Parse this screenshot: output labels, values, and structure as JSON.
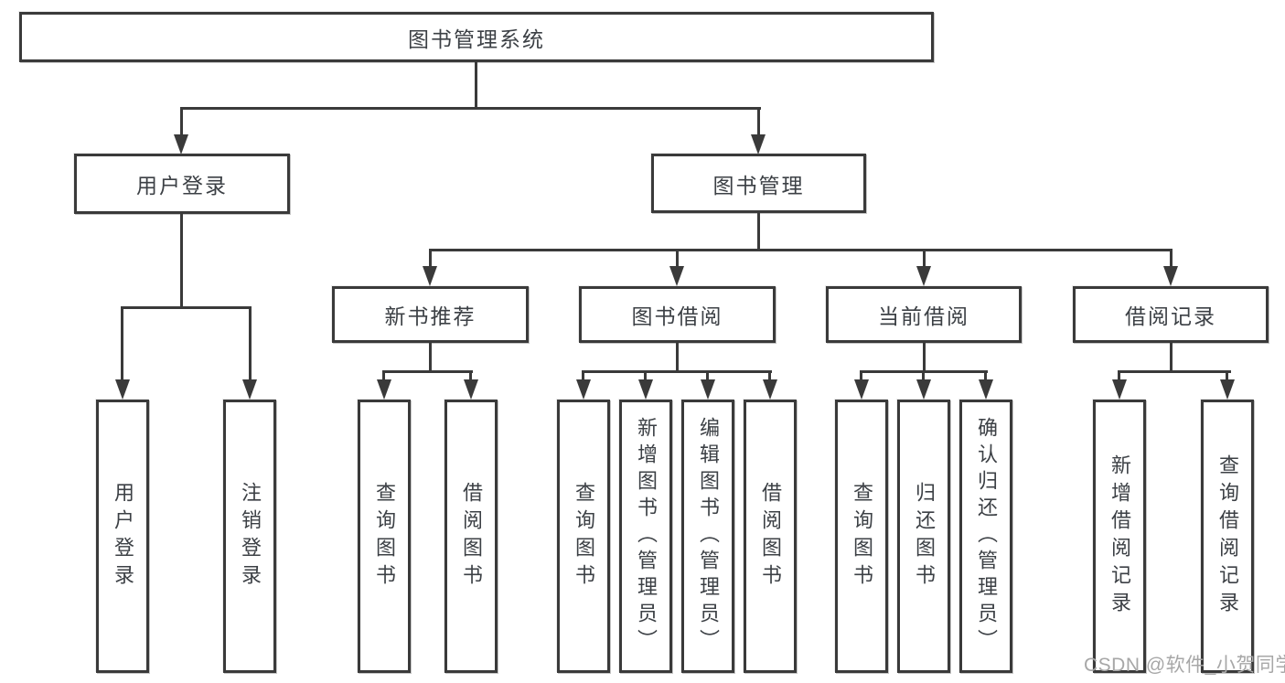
{
  "diagram": {
    "root": "图书管理系统",
    "level2": [
      {
        "label": "用户登录",
        "leaves": [
          "用户登录",
          "注销登录"
        ]
      },
      {
        "label": "图书管理",
        "level3": [
          {
            "label": "新书推荐",
            "leaves": [
              "查询图书",
              "借阅图书"
            ]
          },
          {
            "label": "图书借阅",
            "leaves": [
              "查询图书",
              "新增图书（管理员）",
              "编辑图书（管理员）",
              "借阅图书"
            ]
          },
          {
            "label": "当前借阅",
            "leaves": [
              "查询图书",
              "归还图书",
              "确认归还（管理员）"
            ]
          },
          {
            "label": "借阅记录",
            "leaves": [
              "新增借阅记录",
              "查询借阅记录"
            ]
          }
        ]
      }
    ]
  },
  "watermark": {
    "text": "CSDN @软件_小贺同学"
  },
  "colors": {
    "line": "#3a3a3a",
    "text": "#3c4045",
    "watermark": "#a7a7a7",
    "background": "#ffffff"
  }
}
